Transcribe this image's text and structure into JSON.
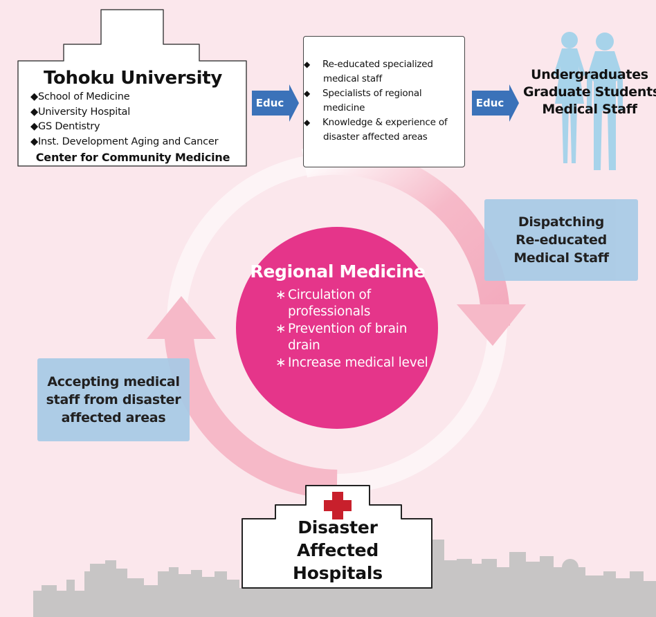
{
  "colors": {
    "background": "#fbe7ec",
    "center_circle": "#e5358a",
    "arrow_pink": "#f6b9c8",
    "blue_box": "#a8cae6",
    "educ_arrow": "#3b72b9",
    "people": "#a7d3ea",
    "cross": "#c8202c",
    "skyline": "#c7c5c5"
  },
  "university": {
    "title": "Tohoku University",
    "items": [
      "School of Medicine",
      "University Hospital",
      "GS Dentistry",
      "Inst. Development Aging and Cancer"
    ],
    "center": "Center for Community Medicine"
  },
  "educ_arrows": [
    "Educ",
    "Educ"
  ],
  "reeducated": {
    "items": [
      "Re-educated specialized medical staff",
      "Specialists of regional medicine",
      "Knowledge & experience of disaster affected areas"
    ]
  },
  "students": {
    "icon": "people-silhouette-icon",
    "lines": [
      "Undergraduates",
      "Graduate Students",
      "Medical Staff"
    ]
  },
  "dispatch": {
    "lines": [
      "Dispatching",
      "Re-educated",
      "Medical Staff"
    ]
  },
  "accept": {
    "lines": [
      "Accepting medical",
      "staff from disaster",
      "affected areas"
    ]
  },
  "regional": {
    "title": "Regional Medicine",
    "items": [
      "Circulation of professionals",
      "Prevention of brain drain",
      "Increase medical level"
    ]
  },
  "hospitals": {
    "icon": "red-cross-icon",
    "lines": [
      "Disaster",
      "Affected",
      "Hospitals"
    ]
  }
}
